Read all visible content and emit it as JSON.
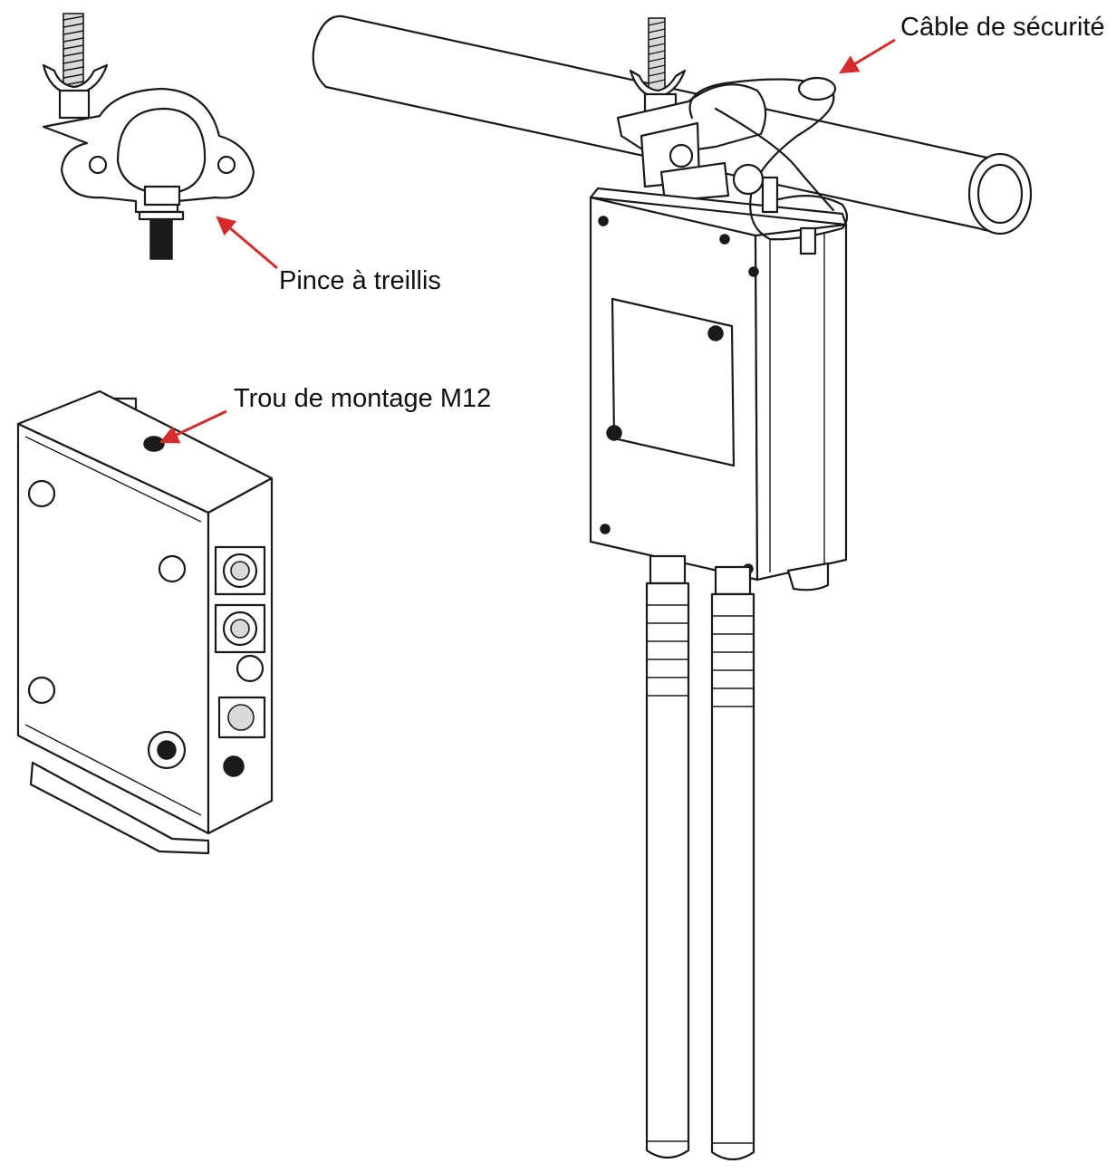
{
  "labels": {
    "pince": "Pince à treillis",
    "trou": "Trou de montage M12",
    "cable": "Câble de sécurité"
  },
  "colors": {
    "arrow": "#d62b2b",
    "line": "#1a1a1a",
    "background": "#ffffff"
  }
}
